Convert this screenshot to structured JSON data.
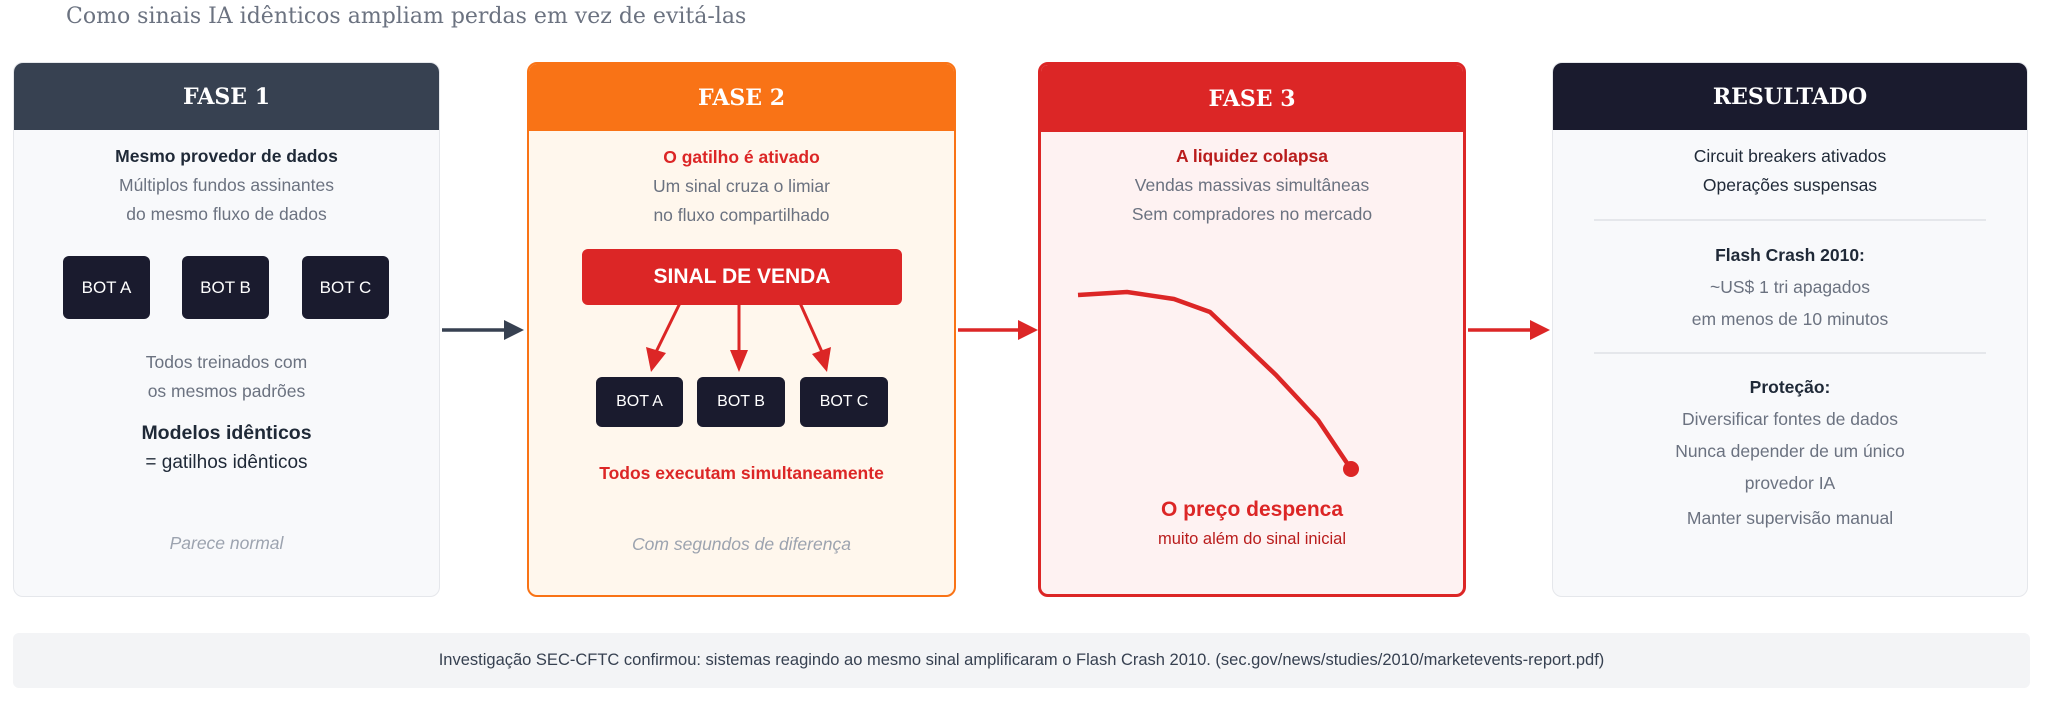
{
  "title": "Como sinais IA idênticos ampliam perdas em vez de evitá-las",
  "colors": {
    "fase1": "#374151",
    "fase2": "#f97316",
    "fase3": "#dc2626",
    "resultado": "#1a1b2e"
  },
  "fase1": {
    "header": "FASE 1",
    "heading": "Mesmo provedor de dados",
    "lines": [
      "Múltiplos fundos assinantes",
      "do mesmo fluxo de dados"
    ],
    "bots": [
      "BOT A",
      "BOT B",
      "BOT C"
    ],
    "lines2": [
      "Todos treinados com",
      "os mesmos padrões"
    ],
    "emphasis": "Modelos idênticos",
    "emphasis_sub": "= gatilhos idênticos",
    "note": "Parece normal"
  },
  "fase2": {
    "header": "FASE 2",
    "heading": "O gatilho é ativado",
    "lines": [
      "Um sinal cruza o limiar",
      "no fluxo compartilhado"
    ],
    "signal": "SINAL DE VENDA",
    "bots": [
      "BOT A",
      "BOT B",
      "BOT C"
    ],
    "emphasis": "Todos executam simultaneamente",
    "note": "Com segundos de diferença"
  },
  "fase3": {
    "header": "FASE 3",
    "heading": "A liquidez colapsa",
    "lines": [
      "Vendas massivas simultâneas",
      "Sem compradores no mercado"
    ],
    "emphasis": "O preço despenca",
    "emphasis_sub": "muito além do sinal inicial"
  },
  "resultado": {
    "header": "RESULTADO",
    "lines": [
      "Circuit breakers ativados",
      "Operações suspensas"
    ],
    "flash_heading": "Flash Crash 2010:",
    "flash_lines": [
      "~US$ 1 tri apagados",
      "em menos de 10 minutos"
    ],
    "protect_heading": "Proteção:",
    "protect_lines": [
      "Diversificar fontes de dados",
      "Nunca depender de um único",
      "provedor IA",
      "Manter supervisão manual"
    ]
  },
  "footer": "Investigação SEC-CFTC confirmou: sistemas reagindo ao mesmo sinal amplificaram o Flash Crash 2010. (sec.gov/news/studies/2010/marketevents-report.pdf)"
}
